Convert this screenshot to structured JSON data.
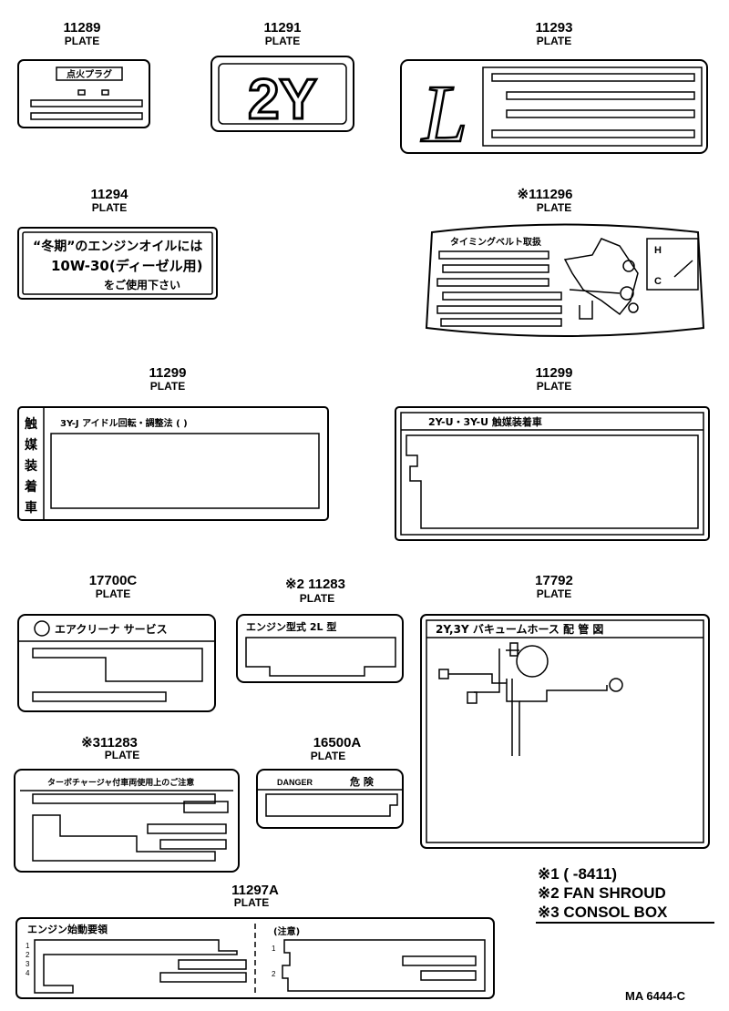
{
  "plates": [
    {
      "part": "11289",
      "label": "PLATE",
      "text": "点火プラグ"
    },
    {
      "part": "11291",
      "label": "PLATE",
      "text": "2Y"
    },
    {
      "part": "11293",
      "label": "PLATE",
      "text": "L"
    },
    {
      "part": "11294",
      "label": "PLATE",
      "lines": [
        "“冬期”のエンジンオイルには",
        "10W-30(ディーゼル用)",
        "をご使用下さい"
      ]
    },
    {
      "part": "※111296",
      "label": "PLATE",
      "text": "タイミングベルト取扱",
      "gauge": [
        "H",
        "C"
      ]
    },
    {
      "part": "11299",
      "label": "PLATE",
      "text": "3Y-J  アイドル回転・調整法 (              )",
      "side": [
        "触",
        "媒",
        "装",
        "着",
        "車"
      ]
    },
    {
      "part": "11299",
      "label": "PLATE",
      "text": "2Y-U・3Y-U  触媒装着車"
    },
    {
      "part": "17700C",
      "label": "PLATE",
      "text": "エアクリーナ サービス"
    },
    {
      "part": "※2 11283",
      "label": "PLATE",
      "text": "エンジン型式  2L 型"
    },
    {
      "part": "17792",
      "label": "PLATE",
      "text": "2Y,3Y  バキュームホース 配 管 図"
    },
    {
      "part": "※311283",
      "label": "PLATE",
      "text": "ターボチャージャ付車両使用上のご注意"
    },
    {
      "part": "16500A",
      "label": "PLATE",
      "text": "DANGER",
      "text2": "危 険"
    },
    {
      "part": "11297A",
      "label": "PLATE",
      "text": "エンジン始動要領",
      "text2": "(注意)",
      "nums_left": [
        "1",
        "2",
        "3",
        "4"
      ],
      "nums_right": [
        "1",
        "2"
      ]
    }
  ],
  "notes": [
    "※1 (      -8411)",
    "※2 FAN SHROUD",
    "※3 CONSOL BOX"
  ],
  "code": "MA 6444-C"
}
